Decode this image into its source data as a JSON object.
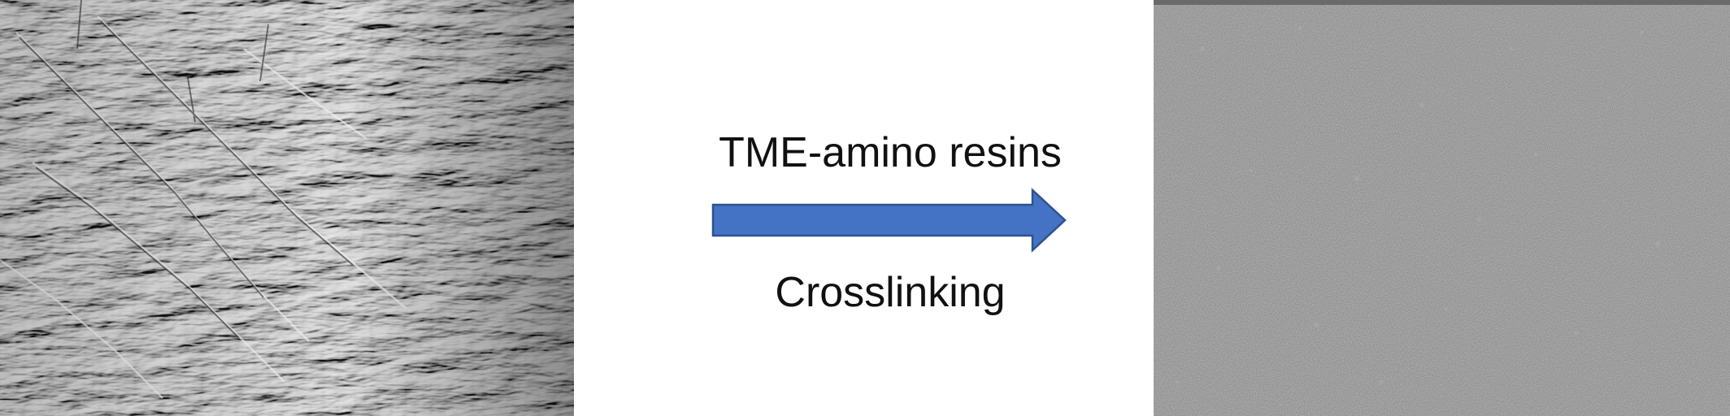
{
  "diagram": {
    "process_label": "TME-amino resins",
    "step_label": "Crosslinking",
    "arrow_color": "#4472C4",
    "arrow_outline": "#2F528F",
    "left_image": {
      "content": "micrograph-before"
    },
    "right_image": {
      "content": "micrograph-after"
    }
  }
}
